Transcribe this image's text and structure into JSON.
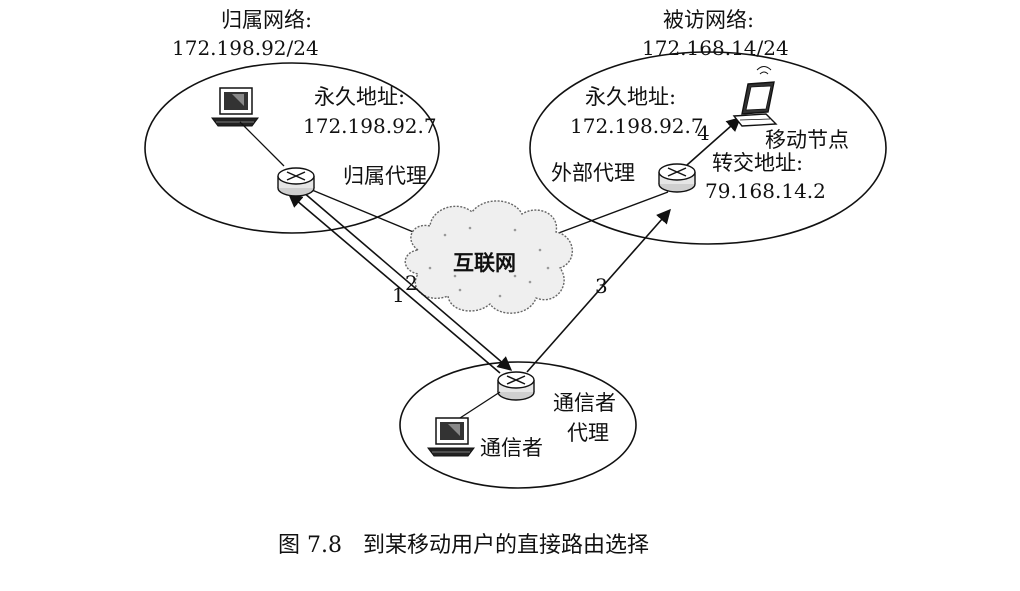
{
  "home_network": {
    "title": "归属网络:",
    "subnet": "172.198.92/24",
    "permanent_address_label": "永久地址:",
    "permanent_address": "172.198.92.7",
    "agent_label": "归属代理"
  },
  "visited_network": {
    "title": "被访网络:",
    "subnet": "172.168.14/24",
    "permanent_address_label": "永久地址:",
    "permanent_address": "172.198.92.7",
    "mobile_node_label": "移动节点",
    "care_of_address_label": "转交地址:",
    "care_of_address": "79.168.14.2",
    "agent_label": "外部代理"
  },
  "internet_label": "互联网",
  "correspondent": {
    "host_label": "通信者",
    "agent_label_line1": "通信者",
    "agent_label_line2": "代理"
  },
  "steps": {
    "step1": "1",
    "step2": "2",
    "step3": "3",
    "step4": "4"
  },
  "caption": "图 7.8   到某移动用户的直接路由选择",
  "colors": {
    "ink": "#111111",
    "cloud": "#efefef",
    "router": "#e6e6e6"
  },
  "icons": {
    "router": "router-icon",
    "host": "desktop-computer-icon",
    "mobile": "laptop-icon",
    "cloud": "cloud-icon"
  }
}
